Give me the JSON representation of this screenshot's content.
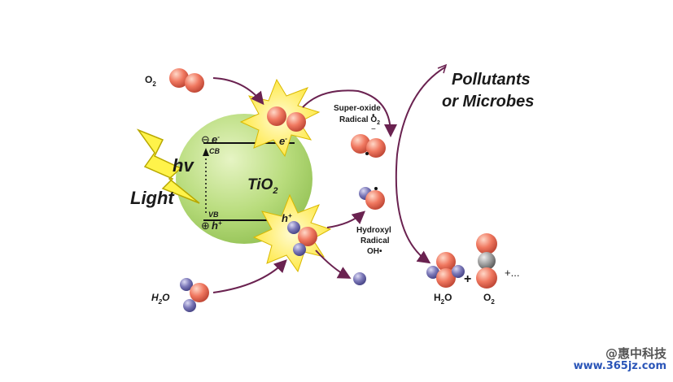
{
  "labels": {
    "o2_in": "O",
    "o2_in_sub": "2",
    "pollutants_line1": "Pollutants",
    "pollutants_line2": "or Microbes",
    "superoxide_line1": "Super-oxide",
    "superoxide_line2": "Radical O",
    "superoxide_sub": "2",
    "superoxide_charge": "•",
    "superoxide_minus": "−",
    "electron_cb": "e",
    "electron_cb_sup": "-",
    "electron_jump": "e",
    "electron_jump_sup": "-",
    "cb": "CB",
    "vb": "VB",
    "hole_vb": "h",
    "hole_vb_sup": "+",
    "hole_jump": "h",
    "hole_jump_sup": "+",
    "minus_sign": "⊖",
    "plus_sign": "⊕",
    "hv": "hv",
    "tio2": "TiO",
    "tio2_sub": "2",
    "light": "Light",
    "hydroxyl_line1": "Hydroxyl",
    "hydroxyl_line2": "Radical",
    "hydroxyl_line3": "OH•",
    "h2o_in": "H",
    "h2o_in_sub": "2",
    "h2o_in_tail": "O",
    "h2o_out": "H",
    "h2o_out_sub": "2",
    "h2o_out_tail": "O",
    "o2_out": "O",
    "o2_out_sub": "2",
    "plus": "+",
    "plus_more": "+..."
  },
  "watermark": {
    "line1": "@惠中科技",
    "line2": "www.365jz.com"
  },
  "colors": {
    "oxygen": "#f07860",
    "hydrogen": "#7b78b8",
    "carbon": "#9a9a9a",
    "sphere": "#b8dc7c",
    "burst": "#ffee66",
    "arrow": "#6a2250"
  }
}
